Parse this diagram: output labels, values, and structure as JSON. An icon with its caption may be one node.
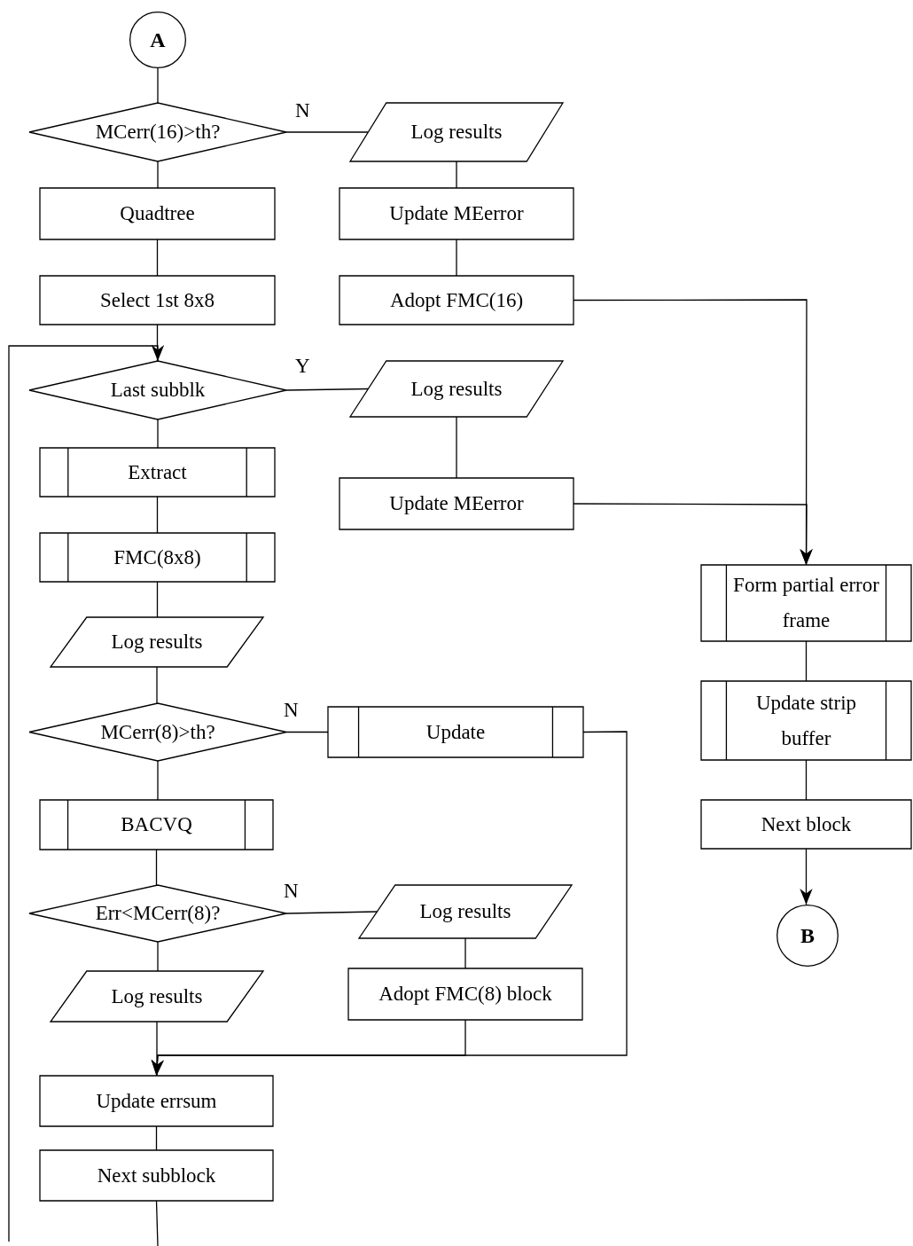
{
  "diagram": {
    "nodes": [
      {
        "text": [
          "A"
        ]
      },
      {
        "text": [
          "MCerr(16)>th?"
        ]
      },
      {
        "text": [
          "Log results"
        ]
      },
      {
        "text": [
          "Quadtree"
        ]
      },
      {
        "text": [
          "Update MEerror"
        ]
      },
      {
        "text": [
          "Select 1st 8x8"
        ]
      },
      {
        "text": [
          "Adopt FMC(16)"
        ]
      },
      {
        "text": [
          "Last subblk"
        ]
      },
      {
        "text": [
          "Log results"
        ]
      },
      {
        "text": [
          "Extract"
        ]
      },
      {
        "text": [
          "Update MEerror"
        ]
      },
      {
        "text": [
          "FMC(8x8)"
        ]
      },
      {
        "text": [
          "Form partial error frame"
        ]
      },
      {
        "text": [
          "Log results"
        ]
      },
      {
        "text": [
          "MCerr(8)>th?"
        ]
      },
      {
        "text": [
          "Update"
        ]
      },
      {
        "text": [
          "Update strip buffer"
        ]
      },
      {
        "text": [
          "BACVQ"
        ]
      },
      {
        "text": [
          "Next block"
        ]
      },
      {
        "text": [
          "Err<MCerr(8)?"
        ]
      },
      {
        "text": [
          "Log results"
        ]
      },
      {
        "text": [
          "B"
        ]
      },
      {
        "text": [
          "Log results"
        ]
      },
      {
        "text": [
          "Adopt FMC(8) block"
        ]
      },
      {
        "text": [
          "Update errsum"
        ]
      },
      {
        "text": [
          "Next subblock"
        ]
      }
    ],
    "edges": [
      {
        "from": 0,
        "to": 1,
        "arrow": "none"
      },
      {
        "from": 1,
        "to": 2,
        "arrow": "none",
        "label": "N"
      },
      {
        "from": 1,
        "to": 3,
        "arrow": "none"
      },
      {
        "from": 2,
        "to": 4,
        "arrow": "none"
      },
      {
        "from": 3,
        "to": 5,
        "arrow": "none"
      },
      {
        "from": 4,
        "to": 6,
        "arrow": "none"
      },
      {
        "from": 5,
        "to": 7,
        "arrow": "none"
      },
      {
        "from": 6,
        "to": 12,
        "arrow": "to"
      },
      {
        "from": 7,
        "to": 8,
        "arrow": "none",
        "label": "Y"
      },
      {
        "from": 7,
        "to": 9,
        "arrow": "none"
      },
      {
        "from": 8,
        "to": 10,
        "arrow": "none"
      },
      {
        "from": 10,
        "to": 12,
        "arrow": "to"
      },
      {
        "from": 9,
        "to": 11,
        "arrow": "none"
      },
      {
        "from": 11,
        "to": 13,
        "arrow": "none"
      },
      {
        "from": 13,
        "to": 14,
        "arrow": "none"
      },
      {
        "from": 14,
        "to": 15,
        "arrow": "none",
        "label": "N"
      },
      {
        "from": 14,
        "to": 17,
        "arrow": "none"
      },
      {
        "from": 15,
        "to": 24,
        "arrow": "to"
      },
      {
        "from": 12,
        "to": 16,
        "arrow": "none"
      },
      {
        "from": 16,
        "to": 18,
        "arrow": "none"
      },
      {
        "from": 18,
        "to": 21,
        "arrow": "to"
      },
      {
        "from": 17,
        "to": 19,
        "arrow": "none"
      },
      {
        "from": 19,
        "to": 20,
        "arrow": "none",
        "label": "N"
      },
      {
        "from": 19,
        "to": 22,
        "arrow": "none"
      },
      {
        "from": 20,
        "to": 23,
        "arrow": "none"
      },
      {
        "from": 23,
        "to": 24,
        "arrow": "to"
      },
      {
        "from": 22,
        "to": 24,
        "arrow": "none"
      },
      {
        "from": 24,
        "to": 25,
        "arrow": "none"
      },
      {
        "from": 25,
        "to": null,
        "arrow": "none"
      },
      {
        "from": null,
        "to": 7,
        "arrow": "to"
      }
    ]
  }
}
